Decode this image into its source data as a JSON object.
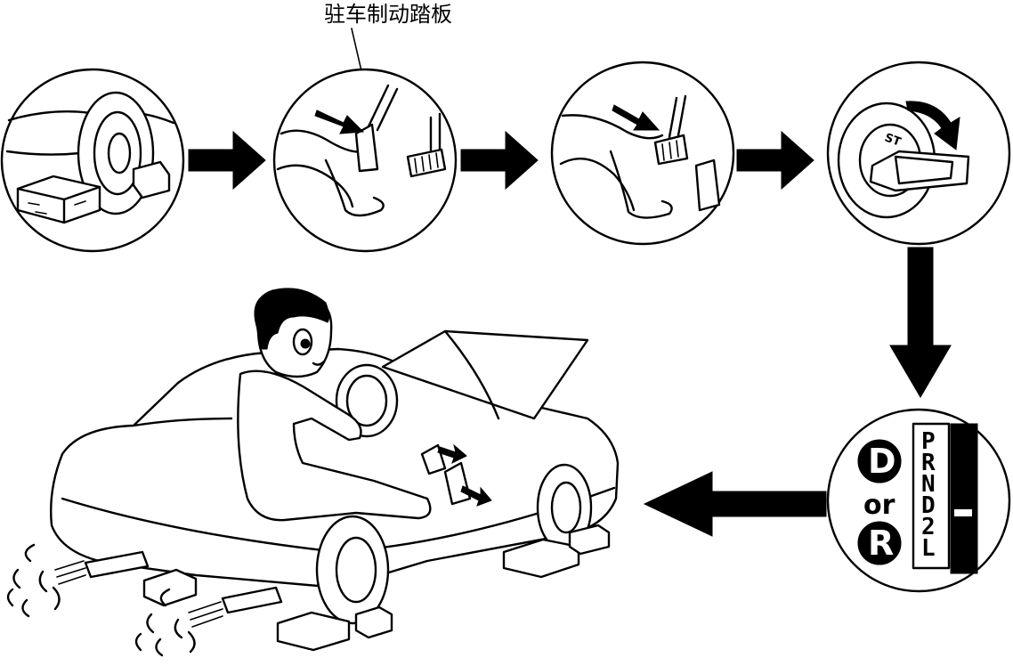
{
  "labels": {
    "parking_brake_pedal": "驻车制动踏板"
  },
  "key_switch": {
    "position_label": "ST"
  },
  "gear_selector": {
    "option_d": "D",
    "or_text": "or",
    "option_r": "R",
    "positions": [
      "P",
      "R",
      "N",
      "D",
      "2",
      "L"
    ]
  },
  "colors": {
    "ink": "#000000",
    "paper": "#ffffff"
  }
}
